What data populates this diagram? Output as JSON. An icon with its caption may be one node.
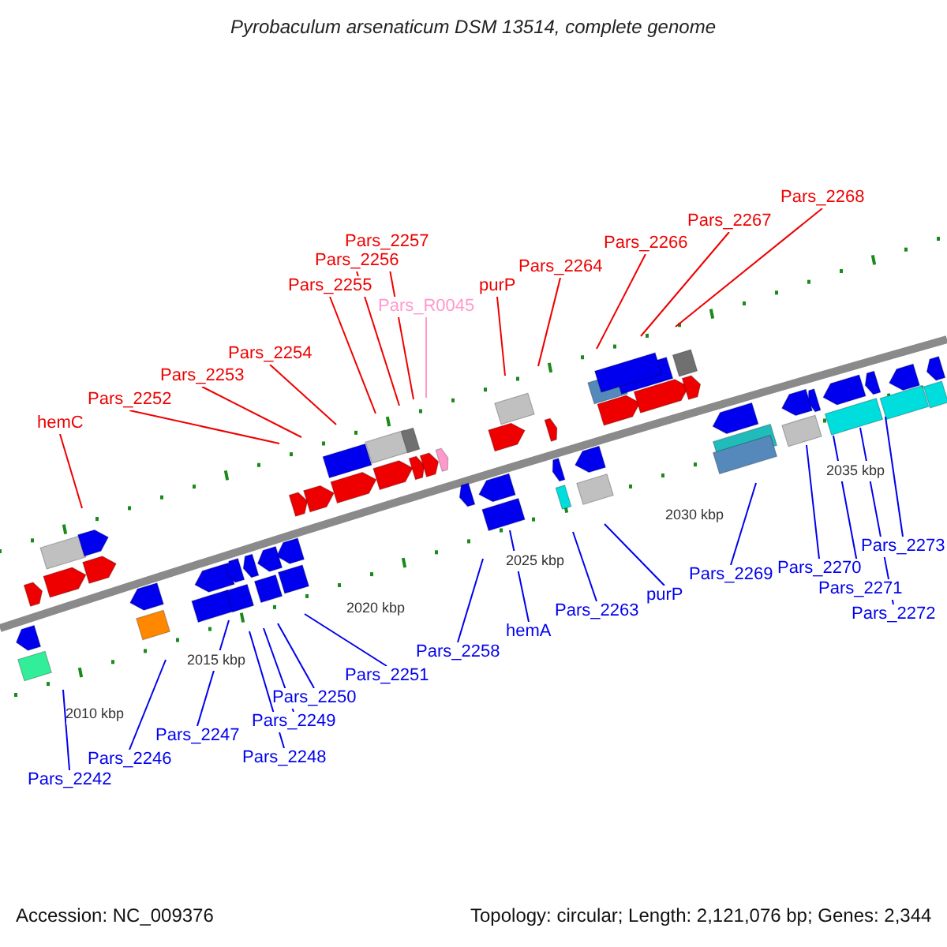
{
  "diagram": {
    "title": "Pyrobaculum arsenaticum DSM 13514, complete genome",
    "nodes": [
      {
        "text": [
          "hemC"
        ]
      },
      {
        "text": [
          "Pars_2252"
        ]
      },
      {
        "text": [
          "Pars_2253"
        ]
      },
      {
        "text": [
          "Pars_2254"
        ]
      },
      {
        "text": [
          "Pars_2255"
        ]
      },
      {
        "text": [
          "Pars_2256"
        ]
      },
      {
        "text": [
          "Pars_2257"
        ]
      },
      {
        "text": [
          "Pars_R0045"
        ]
      },
      {
        "text": [
          "purP"
        ]
      },
      {
        "text": [
          "Pars_2264"
        ]
      },
      {
        "text": [
          "Pars_2266"
        ]
      },
      {
        "text": [
          "Pars_2267"
        ]
      },
      {
        "text": [
          "Pars_2268"
        ]
      },
      {
        "text": [
          "Pars_2242"
        ]
      },
      {
        "text": [
          "Pars_2246"
        ]
      },
      {
        "text": [
          "Pars_2247"
        ]
      },
      {
        "text": [
          "Pars_2248"
        ]
      },
      {
        "text": [
          "Pars_2249"
        ]
      },
      {
        "text": [
          "Pars_2250"
        ]
      },
      {
        "text": [
          "Pars_2251"
        ]
      },
      {
        "text": [
          "Pars_2258"
        ]
      },
      {
        "text": [
          "hemA"
        ]
      },
      {
        "text": [
          "Pars_2263"
        ]
      },
      {
        "text": [
          "purP"
        ]
      },
      {
        "text": [
          "Pars_2269"
        ]
      },
      {
        "text": [
          "Pars_2270"
        ]
      },
      {
        "text": [
          "Pars_2271"
        ]
      },
      {
        "text": [
          "Pars_2272"
        ]
      },
      {
        "text": [
          "Pars_2273"
        ]
      }
    ],
    "edges": [
      {
        "from": 0,
        "to": null,
        "arrow": "none",
        "color": "#ee0000"
      },
      {
        "from": 1,
        "to": null,
        "arrow": "none",
        "color": "#ee0000"
      },
      {
        "from": 2,
        "to": null,
        "arrow": "none",
        "color": "#ee0000"
      },
      {
        "from": 3,
        "to": null,
        "arrow": "none",
        "color": "#ee0000"
      },
      {
        "from": 4,
        "to": null,
        "arrow": "none",
        "color": "#ee0000"
      },
      {
        "from": 5,
        "to": null,
        "arrow": "none",
        "color": "#ee0000"
      },
      {
        "from": 6,
        "to": null,
        "arrow": "none",
        "color": "#ee0000"
      },
      {
        "from": 7,
        "to": null,
        "arrow": "none",
        "color": "#ff99cc"
      },
      {
        "from": 8,
        "to": null,
        "arrow": "none",
        "color": "#ee0000"
      },
      {
        "from": 9,
        "to": null,
        "arrow": "none",
        "color": "#ee0000"
      },
      {
        "from": 10,
        "to": null,
        "arrow": "none",
        "color": "#ee0000"
      },
      {
        "from": 11,
        "to": null,
        "arrow": "none",
        "color": "#ee0000"
      },
      {
        "from": 12,
        "to": null,
        "arrow": "none",
        "color": "#ee0000"
      },
      {
        "from": 13,
        "to": null,
        "arrow": "none"
      },
      {
        "from": 14,
        "to": null,
        "arrow": "none"
      },
      {
        "from": 15,
        "to": null,
        "arrow": "none"
      },
      {
        "from": 16,
        "to": null,
        "arrow": "none"
      },
      {
        "from": 17,
        "to": null,
        "arrow": "none"
      },
      {
        "from": 18,
        "to": null,
        "arrow": "none"
      },
      {
        "from": 19,
        "to": null,
        "arrow": "none"
      },
      {
        "from": 20,
        "to": null,
        "arrow": "none"
      },
      {
        "from": 21,
        "to": null,
        "arrow": "none"
      },
      {
        "from": 22,
        "to": null,
        "arrow": "none"
      },
      {
        "from": 23,
        "to": null,
        "arrow": "none"
      },
      {
        "from": 24,
        "to": null,
        "arrow": "none"
      },
      {
        "from": 25,
        "to": null,
        "arrow": "none"
      },
      {
        "from": 26,
        "to": null,
        "arrow": "none"
      },
      {
        "from": 27,
        "to": null,
        "arrow": "none"
      },
      {
        "from": 28,
        "to": null,
        "arrow": "none"
      }
    ],
    "labels": [
      "2010 kbp",
      "2015 kbp",
      "2020 kbp",
      "2025 kbp",
      "2030 kbp",
      "2035 kbp",
      "Accession: NC_009376",
      "Topology: circular; Length: 2,121,076 bp; Genes: 2,344"
    ]
  }
}
